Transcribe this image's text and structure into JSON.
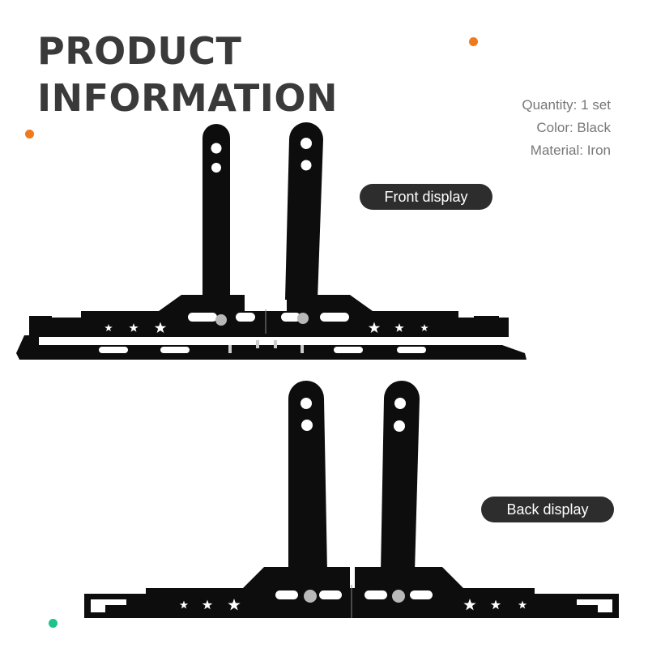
{
  "title": {
    "line1": "PRODUCT",
    "line2": "INFORMATION"
  },
  "specs": {
    "quantity": "Quantity: 1 set",
    "color": "Color: Black",
    "material": "Material: Iron"
  },
  "labels": {
    "front": "Front display",
    "back": "Back display"
  },
  "colors": {
    "title": "#3a3a3a",
    "spec_text": "#777777",
    "pill_bg": "#2d2d2d",
    "product": "#0d0d0d",
    "accent_orange": "#f07a1a",
    "accent_green": "#1ec38a"
  }
}
